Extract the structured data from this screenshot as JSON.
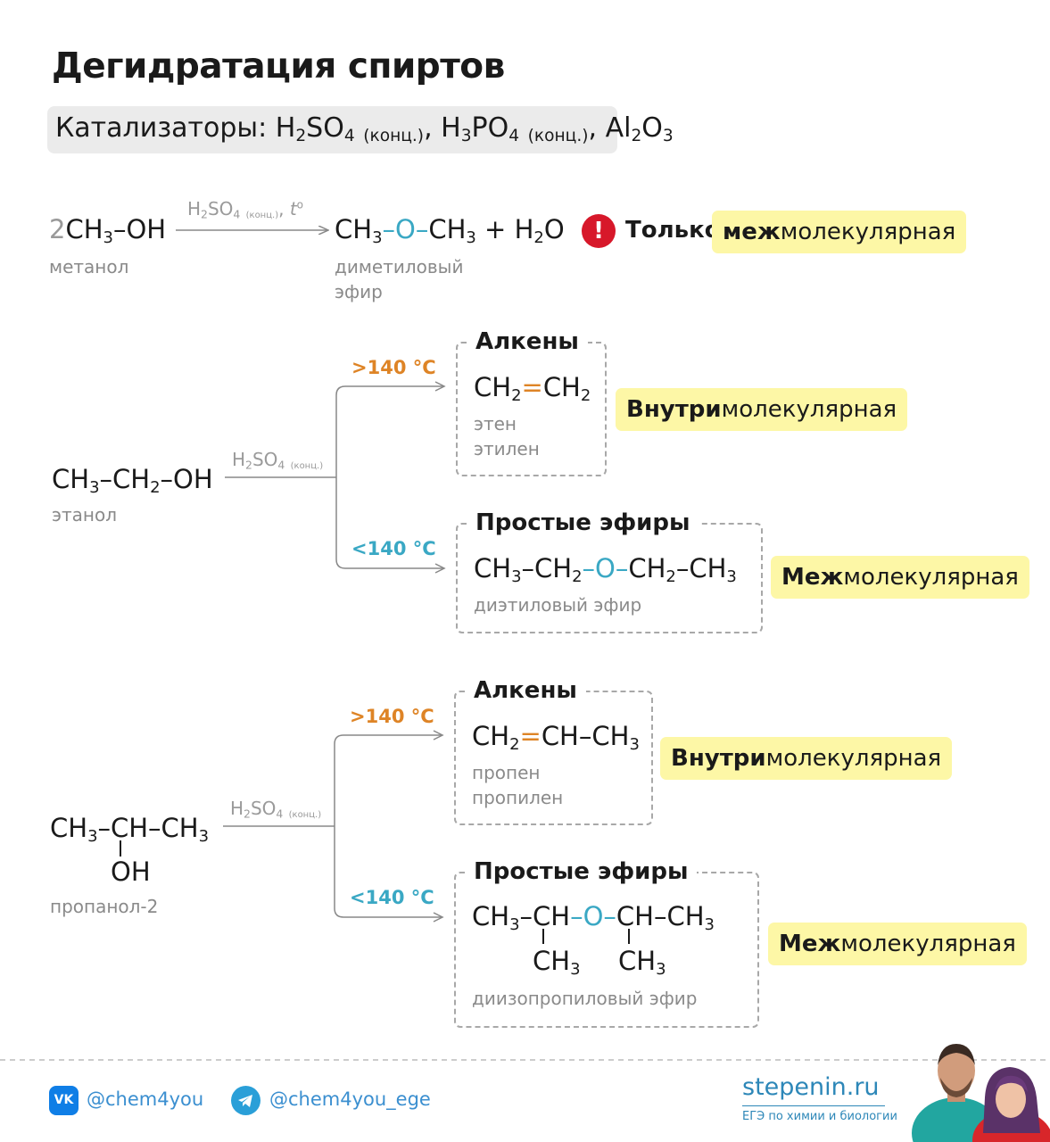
{
  "title": "Дегидратация спиртов",
  "catalysts": {
    "label": "Катализаторы:",
    "h2so4": "H2SO4",
    "h3po4": "H3PO4",
    "al2o3": "Al2O3",
    "conc": "(конц.)"
  },
  "methanol": {
    "coef": "2",
    "reactant_name": "метанол",
    "condition_temp": "t",
    "product_name_1": "диметиловый",
    "product_name_2": "эфир",
    "warning_mark": "!",
    "note_plain": "Только",
    "note_bold": "меж",
    "note_rest": "молекулярная"
  },
  "ethanol": {
    "reactant_name": "этанол",
    "temp_high": ">140 °C",
    "temp_low": "<140 °C",
    "box1_title": "Алкены",
    "box1_name1": "этен",
    "box1_name2": "этилен",
    "box1_tag_bold": "Внутри",
    "box1_tag_rest": "молекулярная",
    "box2_title": "Простые эфиры",
    "box2_name": "диэтиловый эфир",
    "box2_tag_bold": "Меж",
    "box2_tag_rest": "молекулярная"
  },
  "propanol": {
    "reactant_name": "пропанол-2",
    "temp_high": ">140 °C",
    "temp_low": "<140 °C",
    "box1_title": "Алкены",
    "box1_name1": "пропен",
    "box1_name2": "пропилен",
    "box1_tag_bold": "Внутри",
    "box1_tag_rest": "молекулярная",
    "box2_title": "Простые эфиры",
    "box2_name": "диизопропиловый эфир",
    "box2_tag_bold": "Меж",
    "box2_tag_rest": "молекулярная"
  },
  "footer": {
    "vk_handle": "@chem4you",
    "tg_handle": "@chem4you_ege",
    "brand": "stepenin.ru",
    "brand_sub": "ЕГЭ по химии и биологии"
  },
  "colors": {
    "accent_blue": "#3aa8c4",
    "accent_orange": "#de8426",
    "highlight": "#fdf7a6",
    "warning": "#d7182a"
  }
}
